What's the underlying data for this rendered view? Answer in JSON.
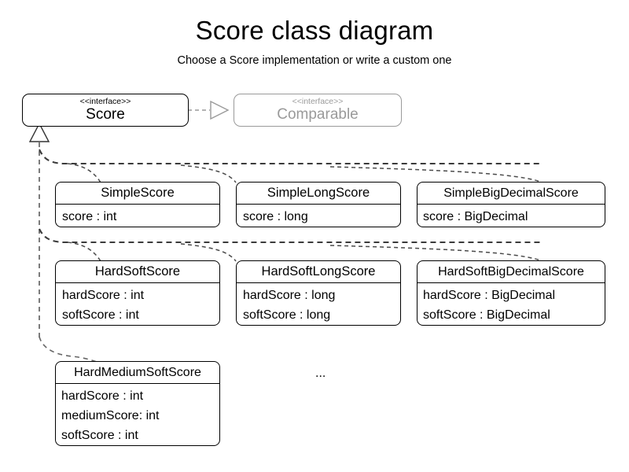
{
  "header": {
    "title": "Score class diagram",
    "subtitle": "Choose a Score implementation or write a custom one"
  },
  "interfaces": [
    {
      "id": "score",
      "stereotype": "<<interface>>",
      "name": "Score",
      "muted": false
    },
    {
      "id": "comparable",
      "stereotype": "<<interface>>",
      "name": "Comparable",
      "muted": true
    }
  ],
  "classes": [
    {
      "id": "simple-score",
      "name": "SimpleScore",
      "attributes": [
        "score : int"
      ]
    },
    {
      "id": "simple-long-score",
      "name": "SimpleLongScore",
      "attributes": [
        "score : long"
      ]
    },
    {
      "id": "simple-big-decimal-score",
      "name": "SimpleBigDecimalScore",
      "attributes": [
        "score : BigDecimal"
      ]
    },
    {
      "id": "hard-soft-score",
      "name": "HardSoftScore",
      "attributes": [
        "hardScore : int",
        "softScore : int"
      ]
    },
    {
      "id": "hard-soft-long-score",
      "name": "HardSoftLongScore",
      "attributes": [
        "hardScore : long",
        "softScore : long"
      ]
    },
    {
      "id": "hard-soft-big-decimal-score",
      "name": "HardSoftBigDecimalScore",
      "attributes": [
        "hardScore : BigDecimal",
        "softScore : BigDecimal"
      ]
    },
    {
      "id": "hard-medium-soft-score",
      "name": "HardMediumSoftScore",
      "attributes": [
        "hardScore : int",
        "mediumScore: int",
        "softScore : int"
      ]
    }
  ],
  "annotations": {
    "more_classes_ellipsis": "..."
  },
  "relationships": {
    "score_realizes_comparable": "realization",
    "implementations_inherit_score": "generalization"
  },
  "colors": {
    "stroke": "#000000",
    "muted_stroke": "#9a9a9a",
    "connector": "#555555",
    "background": "#ffffff"
  }
}
